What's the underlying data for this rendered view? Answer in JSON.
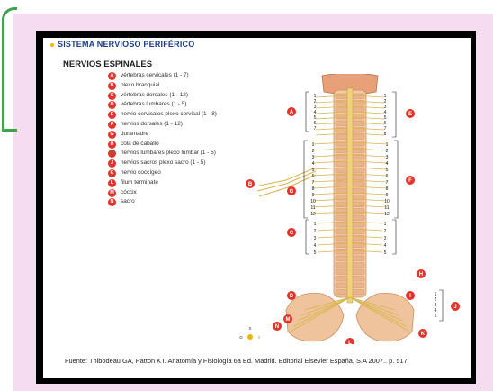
{
  "slide": {
    "title": "SISTEMA NERVIOSO PERIFÉRICO",
    "subtitle": "NERVIOS ESPINALES"
  },
  "legend": [
    {
      "letter": "A",
      "text": "vértebras cervicales (1 - 7)"
    },
    {
      "letter": "B",
      "text": "plexo branquial"
    },
    {
      "letter": "C",
      "text": "vértebras dorsales (1 - 12)"
    },
    {
      "letter": "D",
      "text": "vértebras lumbares (1 - 5)"
    },
    {
      "letter": "E",
      "text": "nervio cervicales plexo cervical (1 - 8)"
    },
    {
      "letter": "F",
      "text": "nervios dorsales (1 - 12)"
    },
    {
      "letter": "G",
      "text": "duramadre"
    },
    {
      "letter": "H",
      "text": "cola de caballo"
    },
    {
      "letter": "I",
      "text": "nervios lumbares plexo lumbar (1 - 5)"
    },
    {
      "letter": "J",
      "text": "nervios sacros plexo sacro (1 - 5)"
    },
    {
      "letter": "K",
      "text": "nervio coccígeo"
    },
    {
      "letter": "L",
      "text": "filum terminate"
    },
    {
      "letter": "M",
      "text": "cóccix"
    },
    {
      "letter": "N",
      "text": "sacro"
    }
  ],
  "diagram": {
    "left_cervical_nums": [
      "1",
      "2",
      "3",
      "4",
      "5",
      "6",
      "7"
    ],
    "right_cervical_nums": [
      "1",
      "2",
      "3",
      "4",
      "5",
      "6",
      "7",
      "8"
    ],
    "left_dorsal_nums": [
      "1",
      "2",
      "3",
      "4",
      "5",
      "6",
      "7",
      "8",
      "9",
      "10",
      "11",
      "12"
    ],
    "right_dorsal_nums": [
      "1",
      "2",
      "3",
      "4",
      "5",
      "6",
      "7",
      "8",
      "9",
      "10",
      "11",
      "12"
    ],
    "left_lumbar_nums": [
      "1",
      "2",
      "3",
      "4",
      "5"
    ],
    "right_lumbar_nums": [
      "1",
      "2",
      "3",
      "4",
      "5"
    ],
    "sacral_nums": [
      "1",
      "2",
      "3",
      "4",
      "5"
    ],
    "compass_letters": [
      "S",
      "D",
      "I"
    ]
  },
  "source": {
    "text": "Fuente: Thibodeau GA, Patton KT. Anatomía y Fisiología 6a Ed. Madrid. Editorial Elsevier España, S.A 2007.. p. 517"
  }
}
